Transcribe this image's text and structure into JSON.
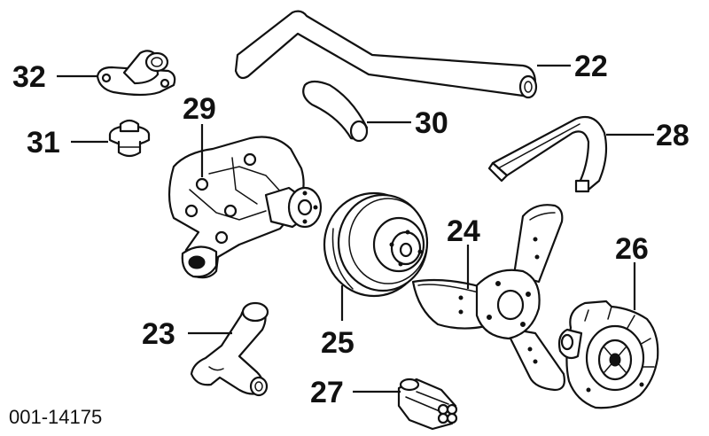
{
  "diagram": {
    "doc_number": "001-14175",
    "callouts": {
      "p22": "22",
      "p23": "23",
      "p24": "24",
      "p25": "25",
      "p26": "26",
      "p27": "27",
      "p28": "28",
      "p29": "29",
      "p30": "30",
      "p31": "31",
      "p32": "32"
    }
  }
}
